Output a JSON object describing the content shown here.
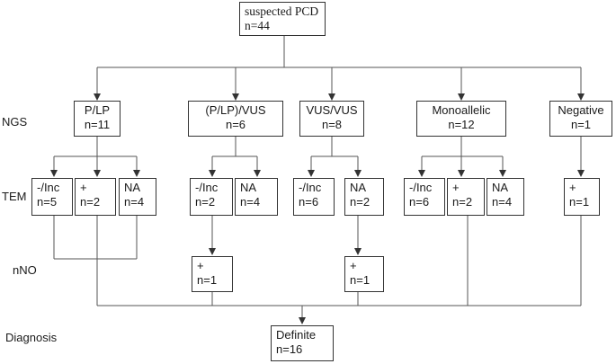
{
  "row_labels": {
    "ngs": "NGS",
    "tem": "TEM",
    "nno": "nNO",
    "diagnosis": "Diagnosis"
  },
  "root": {
    "title": "suspected PCD",
    "count": "n=44"
  },
  "ngs_groups": [
    {
      "title": "P/LP",
      "count": "n=11"
    },
    {
      "title": "(P/LP)/VUS",
      "count": "n=6"
    },
    {
      "title": "VUS/VUS",
      "count": "n=8"
    },
    {
      "title": "Monoallelic",
      "count": "n=12"
    },
    {
      "title": "Negative",
      "count": "n=1"
    }
  ],
  "tem": {
    "plp": [
      {
        "title": "-/Inc",
        "count": "n=5"
      },
      {
        "title": "+",
        "count": "n=2"
      },
      {
        "title": "NA",
        "count": "n=4"
      }
    ],
    "plp_vus": [
      {
        "title": "-/Inc",
        "count": "n=2"
      },
      {
        "title": "NA",
        "count": "n=4"
      }
    ],
    "vus_vus": [
      {
        "title": "-/Inc",
        "count": "n=6"
      },
      {
        "title": "NA",
        "count": "n=2"
      }
    ],
    "monoallelic": [
      {
        "title": "-/Inc",
        "count": "n=6"
      },
      {
        "title": "+",
        "count": "n=2"
      },
      {
        "title": "NA",
        "count": "n=4"
      }
    ],
    "negative": [
      {
        "title": "+",
        "count": "n=1"
      }
    ]
  },
  "nno": [
    {
      "title": "+",
      "count": "n=1"
    },
    {
      "title": "+",
      "count": "n=1"
    }
  ],
  "diagnosis": {
    "title": "Definite",
    "count": "n=16"
  }
}
